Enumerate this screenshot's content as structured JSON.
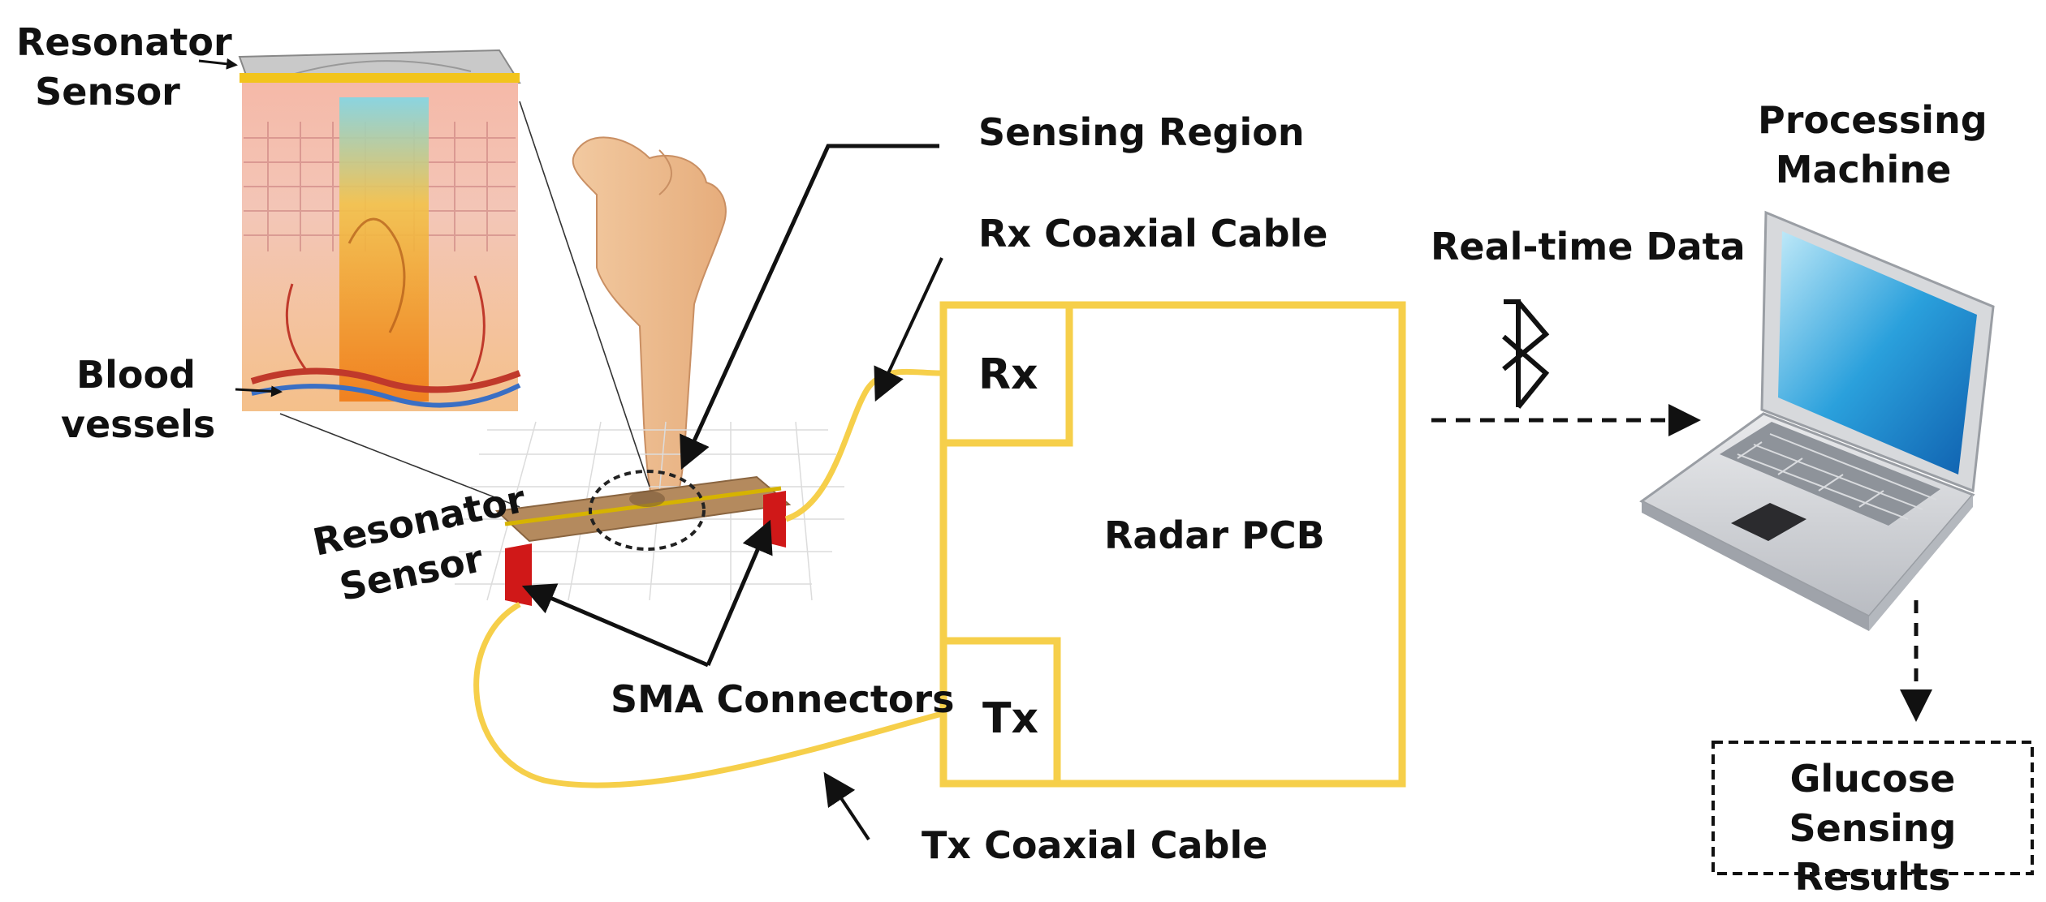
{
  "labels": {
    "resonator_sensor_top": "Resonator\nSensor",
    "blood_vessels": "Blood\nvessels",
    "resonator_sensor_mid": "Resonator\nSensor",
    "sensing_region": "Sensing Region",
    "rx_coaxial_cable": "Rx Coaxial Cable",
    "rx": "Rx",
    "tx": "Tx",
    "radar_pcb": "Radar PCB",
    "sma_connectors": "SMA Connectors",
    "tx_coaxial_cable": "Tx Coaxial Cable",
    "real_time_data": "Real-time Data",
    "processing_machine": "Processing\nMachine",
    "glucose_sensing_results": "Glucose Sensing\nResults"
  },
  "colors": {
    "cable": "#f6cf4a",
    "pcb_border": "#f6cf4a",
    "text": "#111111",
    "connector": "#d01818",
    "board": "#b48a5e",
    "arrow": "#111111"
  },
  "icons": {
    "skin": "skin-cross-section-illustration",
    "finger": "pointing-finger-illustration",
    "sensor": "resonator-sensor-board",
    "wireless": "bluetooth-icon",
    "computer": "laptop-icon"
  }
}
